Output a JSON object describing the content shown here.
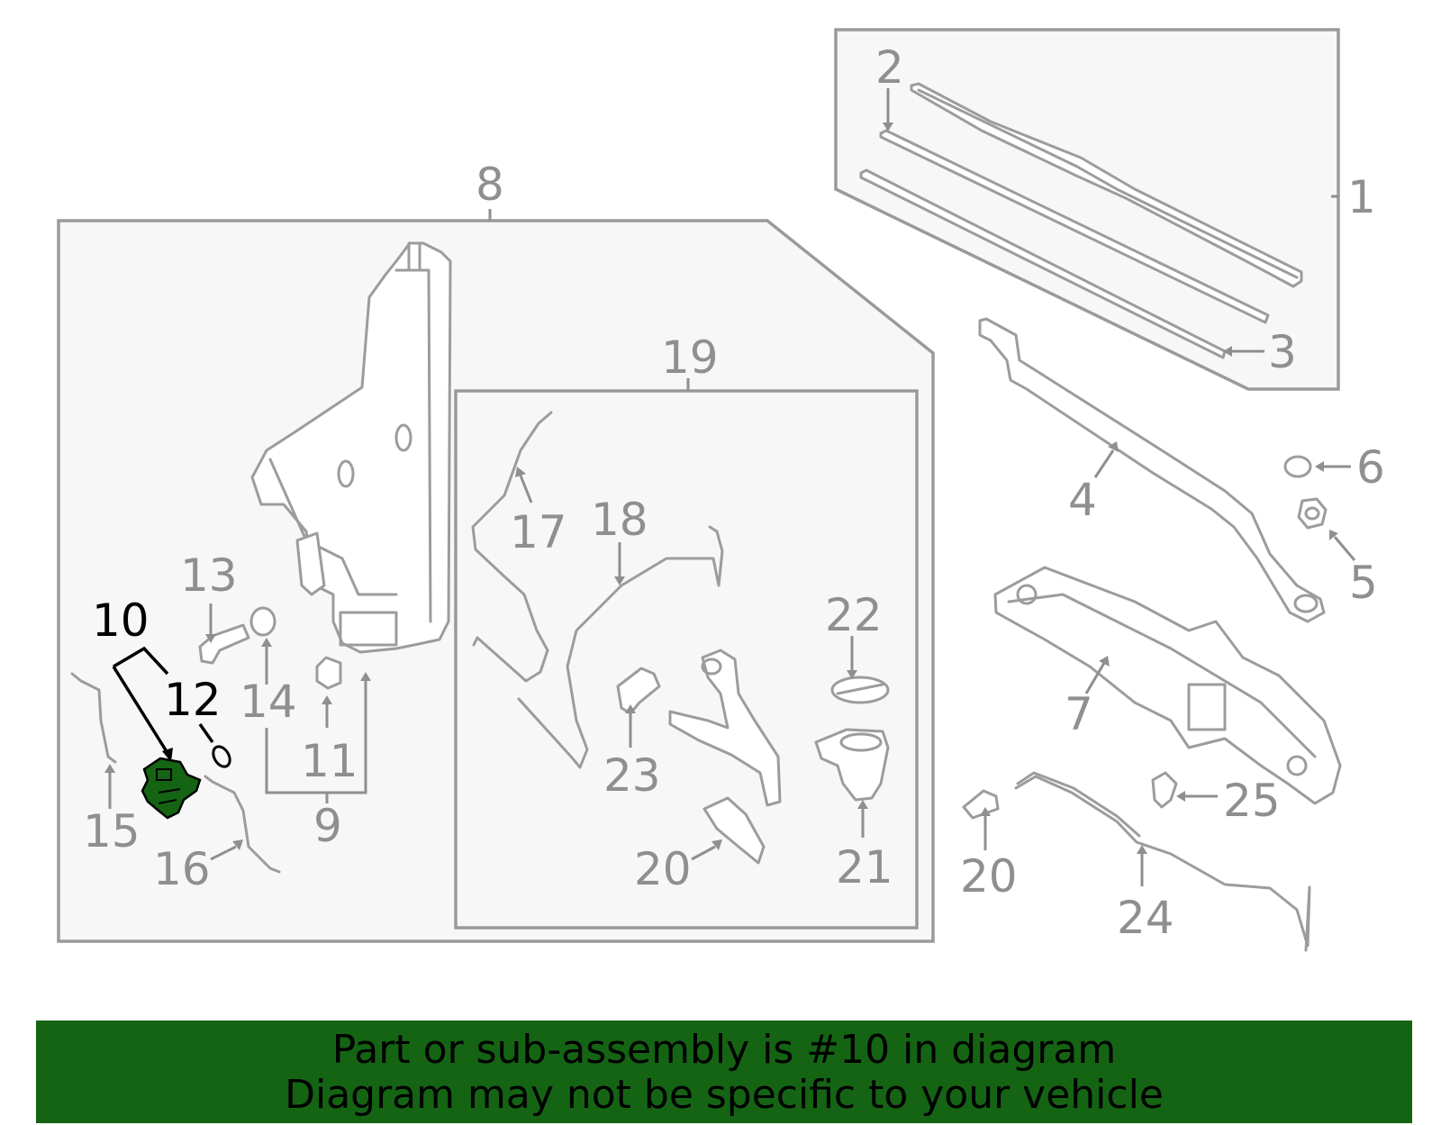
{
  "diagram": {
    "highlight_color": "#146414",
    "labels": {
      "l1": "1",
      "l2": "2",
      "l3": "3",
      "l4": "4",
      "l5": "5",
      "l6": "6",
      "l7": "7",
      "l8": "8",
      "l9": "9",
      "l10": "10",
      "l11": "11",
      "l12": "12",
      "l13": "13",
      "l14": "14",
      "l15": "15",
      "l16": "16",
      "l17": "17",
      "l18": "18",
      "l19": "19",
      "l20a": "20",
      "l20b": "20",
      "l21": "21",
      "l22": "22",
      "l23": "23",
      "l24": "24",
      "l25": "25"
    }
  },
  "banner": {
    "line1": "Part or sub-assembly is #10 in diagram",
    "line2": "Diagram may not be specific to your vehicle"
  }
}
